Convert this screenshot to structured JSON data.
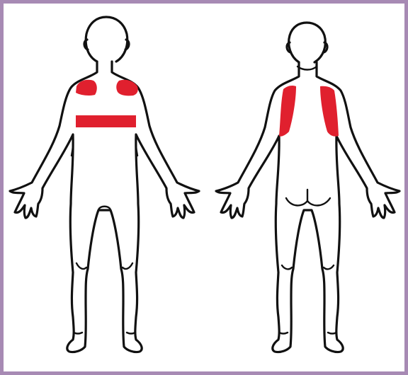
{
  "figure": {
    "frame_color": "#a78ab4",
    "outline_color": "#111111",
    "highlight_color": "#e0202e",
    "views": [
      {
        "view": "front",
        "highlighted_regions": [
          "left-shoulder",
          "right-shoulder",
          "upper-chest-band"
        ]
      },
      {
        "view": "back",
        "highlighted_regions": [
          "left-upper-back",
          "right-upper-back"
        ]
      }
    ]
  }
}
